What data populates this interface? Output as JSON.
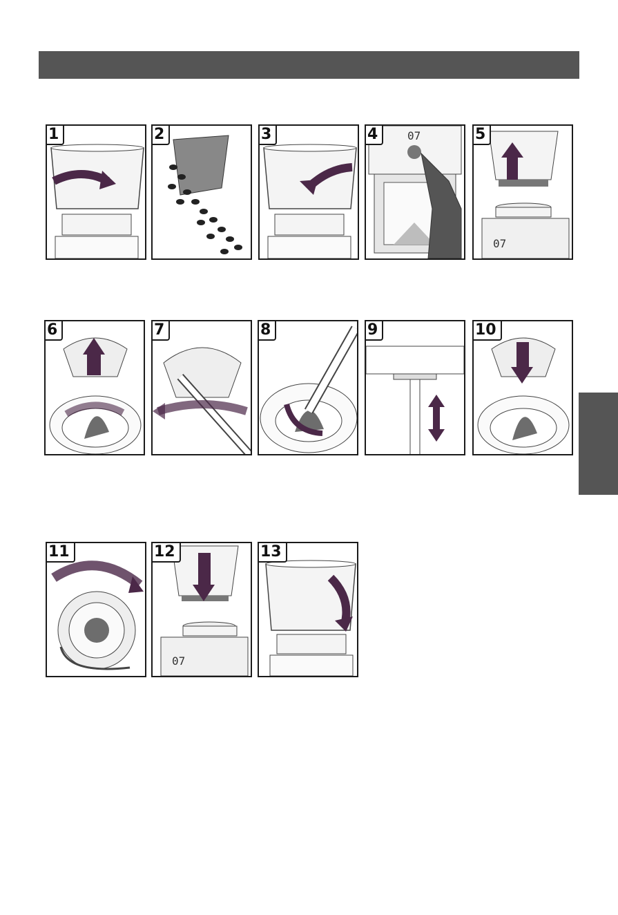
{
  "header": {
    "color": "#555555"
  },
  "side_tab": {
    "color": "#555555"
  },
  "accent_colors": {
    "arrow": "#4b2848",
    "burr": "#6d6d6d"
  },
  "steps": [
    {
      "label": "1",
      "icon": "hopper-rotate-unlock"
    },
    {
      "label": "2",
      "icon": "pour-beans"
    },
    {
      "label": "3",
      "icon": "hopper-rotate-lock"
    },
    {
      "label": "4",
      "icon": "press-button"
    },
    {
      "label": "5",
      "icon": "remove-hopper"
    },
    {
      "label": "6",
      "icon": "lift-burr-ring"
    },
    {
      "label": "7",
      "icon": "brush-burr-ring"
    },
    {
      "label": "8",
      "icon": "brush-burr"
    },
    {
      "label": "9",
      "icon": "chute-clean"
    },
    {
      "label": "10",
      "icon": "insert-burr-ring"
    },
    {
      "label": "11",
      "icon": "rotate-burr-ring"
    },
    {
      "label": "12",
      "icon": "replace-hopper"
    },
    {
      "label": "13",
      "icon": "hopper-rotate-lock"
    }
  ]
}
